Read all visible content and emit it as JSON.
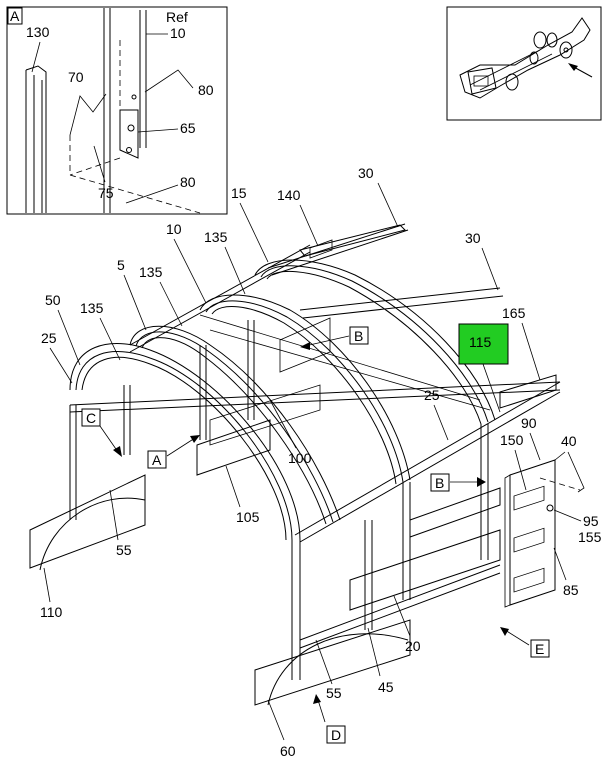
{
  "view_letters": {
    "A_detail": "A",
    "A_arrow": "A",
    "B_top": "B",
    "B_right": "B",
    "C": "C",
    "D": "D",
    "E": "E"
  },
  "detail_labels": {
    "ref": "Ref",
    "ref_part": "10",
    "p130": "130",
    "p70": "70",
    "p80a": "80",
    "p65": "65",
    "p75": "75",
    "p80b": "80"
  },
  "callouts": {
    "p30a": "30",
    "p15": "15",
    "p140": "140",
    "p10": "10",
    "p135a": "135",
    "p30b": "30",
    "p5": "5",
    "p135b": "135",
    "p50": "50",
    "p135c": "135",
    "p165": "165",
    "p115": "115",
    "p25a": "25",
    "p100": "100",
    "p25b": "25",
    "p90": "90",
    "p40": "40",
    "p150": "150",
    "p105": "105",
    "p95": "95",
    "p155": "155",
    "p55a": "55",
    "p110": "110",
    "p85": "85",
    "p20": "20",
    "p55b": "55",
    "p45": "45",
    "p60": "60"
  },
  "colors": {
    "highlight": "#22cc22"
  }
}
